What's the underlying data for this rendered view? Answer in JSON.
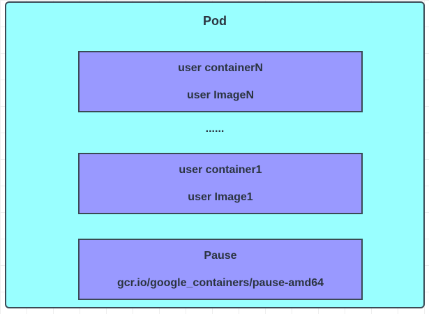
{
  "pod": {
    "title": "Pod"
  },
  "containers": [
    {
      "name": "user containerN",
      "image": "user ImageN"
    },
    {
      "name": "user container1",
      "image": "user Image1"
    }
  ],
  "ellipsis": "......",
  "pause": {
    "name": "Pause",
    "image": "gcr.io/google_containers/pause-amd64"
  },
  "colors": {
    "pod_fill": "#99ffff",
    "container_fill": "#9999ff",
    "border": "#3a4a55"
  }
}
